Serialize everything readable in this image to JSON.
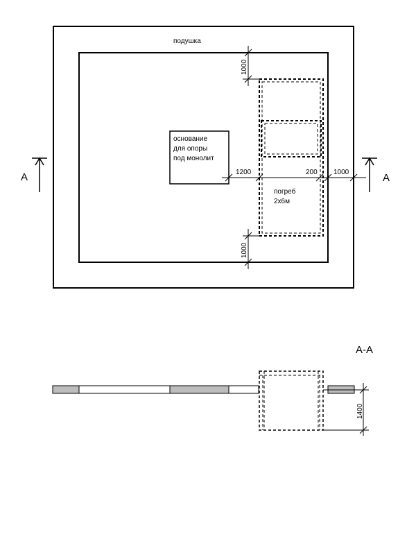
{
  "plan": {
    "cushion_label": "подушка",
    "support_label_lines": [
      "основание",
      "для опоры",
      "под монолит"
    ],
    "cellar_label_lines": [
      "погреб",
      "2х6м"
    ],
    "section_marker_left": "А",
    "section_marker_right": "А",
    "dims": {
      "top": "1000",
      "bottom": "1000",
      "gap_support_cellar": "1200",
      "cellar_wall": "200",
      "right_offset": "1000"
    }
  },
  "section": {
    "title": "А-А",
    "depth_dim": "1400"
  }
}
